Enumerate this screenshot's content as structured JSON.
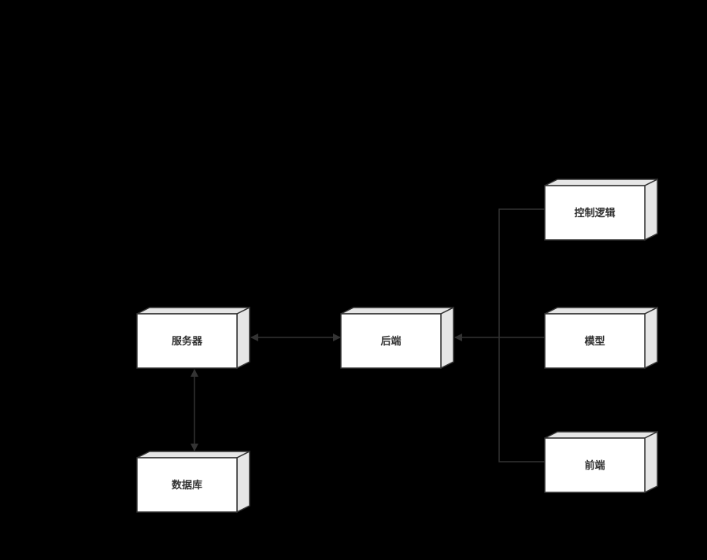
{
  "diagram": {
    "colors": {
      "background": "#000000",
      "box_front": "#ffffff",
      "box_side": "#e6e6e6",
      "stroke": "#333333",
      "text": "#333333"
    },
    "nodes": [
      {
        "id": "server",
        "label": "服务器"
      },
      {
        "id": "backend",
        "label": "后端"
      },
      {
        "id": "database",
        "label": "数据库"
      },
      {
        "id": "control",
        "label": "控制逻辑"
      },
      {
        "id": "model",
        "label": "模型"
      },
      {
        "id": "frontend",
        "label": "前端"
      }
    ],
    "edges": [
      {
        "id": "server-backend",
        "from": "server",
        "to": "backend",
        "arrows": "both"
      },
      {
        "id": "server-database",
        "from": "server",
        "to": "database",
        "arrows": "both"
      },
      {
        "id": "control-backend",
        "from": "control",
        "to": "backend",
        "arrows": "end"
      },
      {
        "id": "model-backend",
        "from": "model",
        "to": "backend",
        "arrows": "end"
      },
      {
        "id": "frontend-backend",
        "from": "frontend",
        "to": "backend",
        "arrows": "end"
      }
    ]
  }
}
